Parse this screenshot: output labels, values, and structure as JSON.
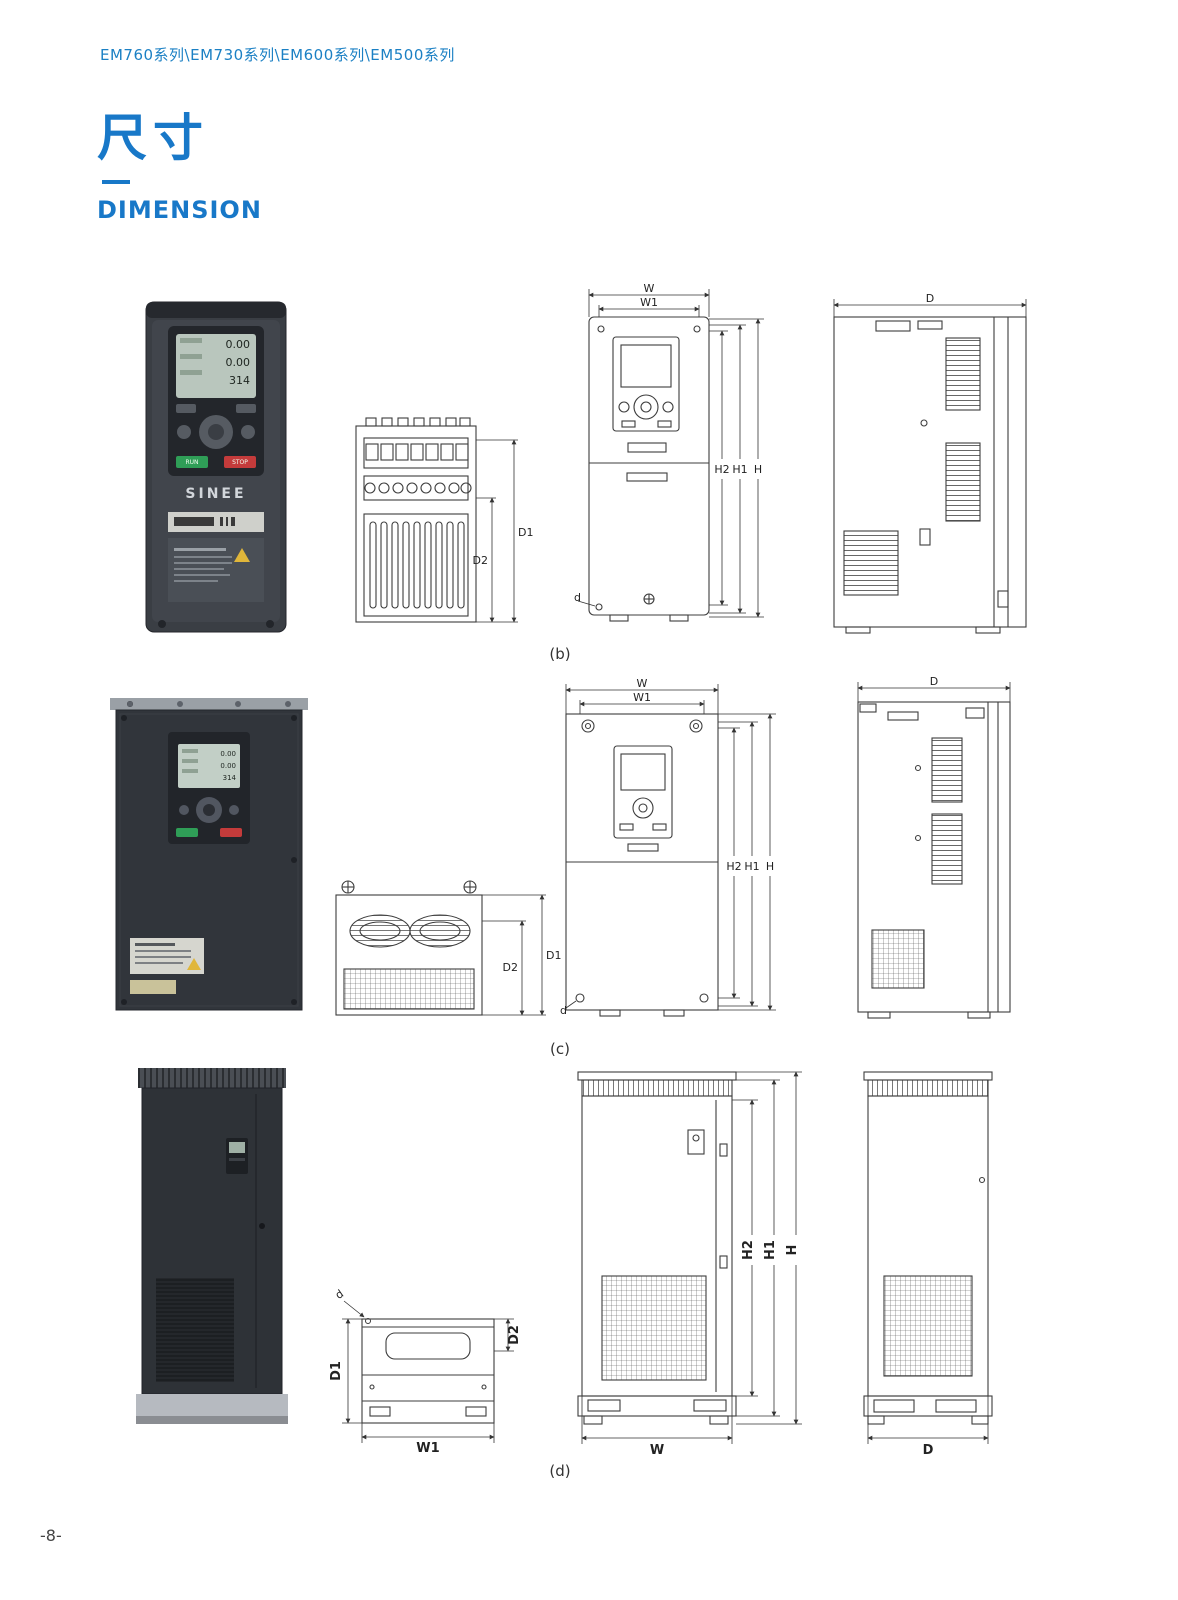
{
  "header": {
    "series": "EM760系列\\EM730系列\\EM600系列\\EM500系列"
  },
  "title": {
    "cn": "尺寸",
    "en": "DIMENSION"
  },
  "footer": {
    "page_number": "-8-"
  },
  "product": {
    "brand": "SINEE",
    "display": [
      "0.00",
      "0.00",
      "314"
    ],
    "run_label": "RUN",
    "stop_label": "STOP"
  },
  "figures": {
    "b": {
      "caption": "(b)",
      "dims": {
        "W": "W",
        "W1": "W1",
        "H2": "H2",
        "H1": "H1",
        "H": "H",
        "D": "D",
        "D1": "D1",
        "D2": "D2",
        "d": "d"
      }
    },
    "c": {
      "caption": "(c)",
      "dims": {
        "W": "W",
        "W1": "W1",
        "H2": "H2",
        "H1": "H1",
        "H": "H",
        "D": "D",
        "D1": "D1",
        "D2": "D2",
        "d": "d"
      }
    },
    "d": {
      "caption": "(d)",
      "dims": {
        "W": "W",
        "W1": "W1",
        "H2": "H2",
        "H1": "H1",
        "H": "H",
        "D": "D",
        "D1": "D1",
        "D2": "D2",
        "d": "d"
      }
    }
  }
}
